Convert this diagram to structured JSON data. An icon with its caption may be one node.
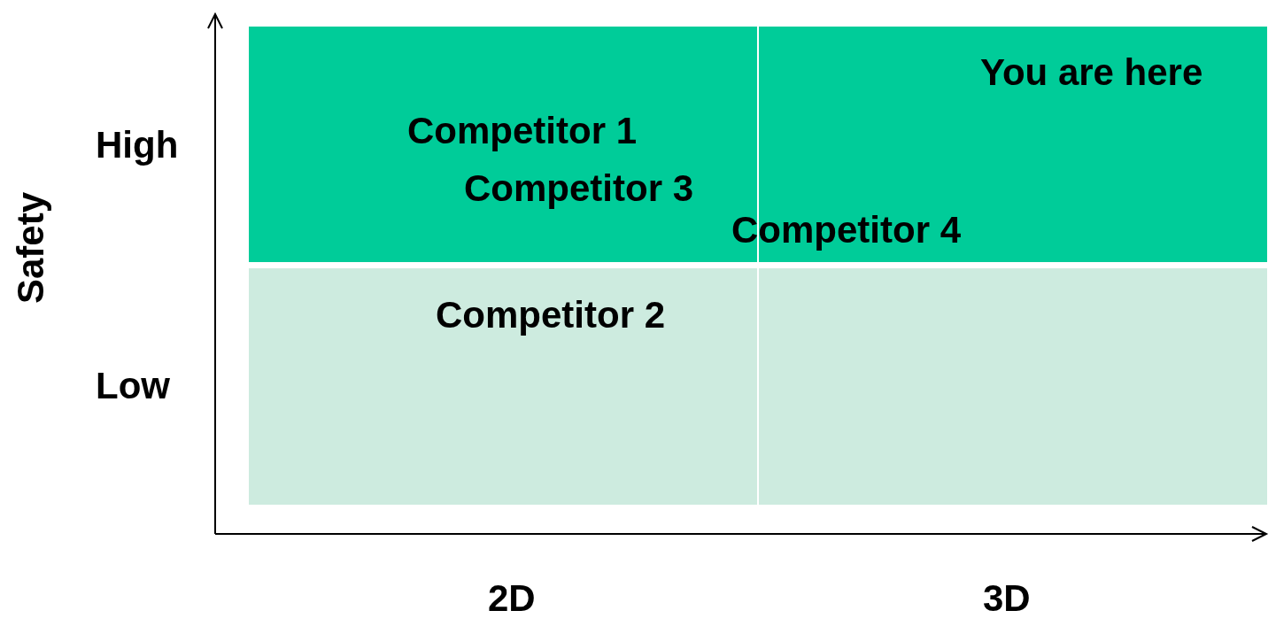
{
  "diagram": {
    "nodes": [
      {
        "text": [
          "Competitor 1",
          "Competitor 3"
        ]
      },
      {
        "text": [
          "You are here"
        ]
      },
      {
        "text": [
          "Competitor 2"
        ]
      },
      {
        "text": [],
        "shape": "box"
      }
    ],
    "labels": [
      "High",
      "Low",
      "Safety",
      "Competitor 4",
      "2D",
      "3D"
    ]
  }
}
